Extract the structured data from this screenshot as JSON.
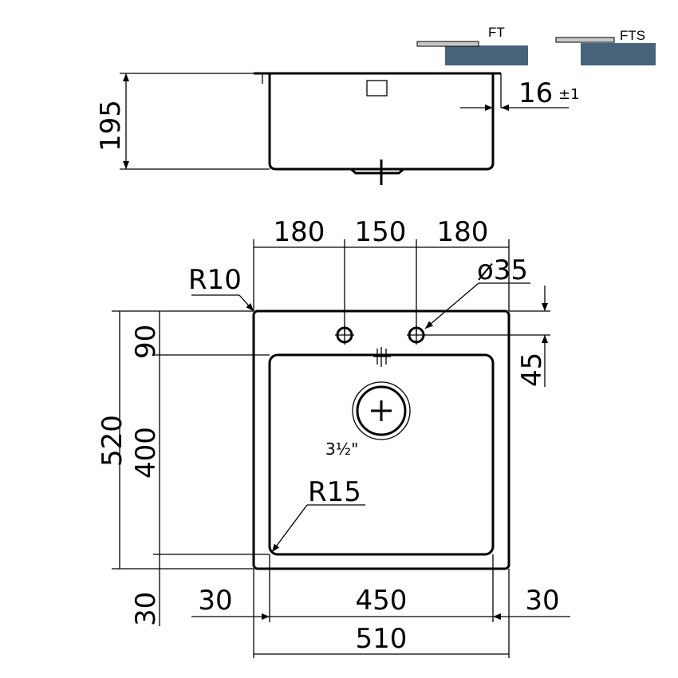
{
  "colors": {
    "line": "#000000",
    "worktop": "#46637a",
    "rim": "#c8c8c8"
  },
  "install_types": [
    {
      "label": "FT"
    },
    {
      "label": "FTS"
    }
  ],
  "side_view": {
    "depth": "195",
    "rim": "16",
    "rim_tol": "±1"
  },
  "plan_view": {
    "top": [
      "180",
      "150",
      "180"
    ],
    "tap_hole": "ø35",
    "outer_radius": "R10",
    "inner_radius": "R15",
    "drain": "3½\"",
    "left": {
      "total": "520",
      "top": "90",
      "bowl": "400",
      "bottom": "30"
    },
    "right": "45",
    "bottom": {
      "left": "30",
      "bowl": "450",
      "right": "30",
      "total": "510"
    }
  }
}
